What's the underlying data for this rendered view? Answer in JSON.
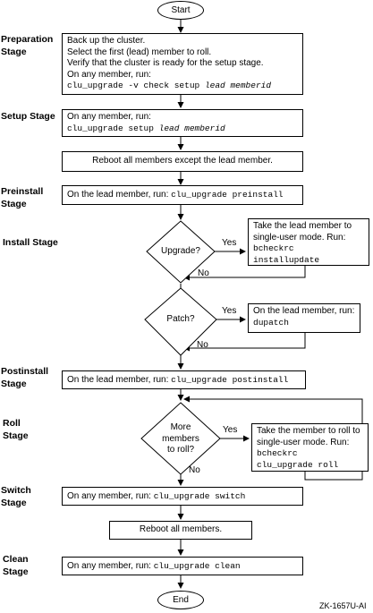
{
  "start": "Start",
  "end": "End",
  "figure_id": "ZK-1657U-AI",
  "yes": "Yes",
  "no": "No",
  "stages": {
    "preparation": "Preparation\nStage",
    "setup": "Setup Stage",
    "preinstall": "Preinstall\nStage",
    "install": "Install Stage",
    "postinstall": "Postinstall\nStage",
    "roll": "Roll\nStage",
    "switch": "Switch\nStage",
    "clean": "Clean\nStage"
  },
  "prep_box": {
    "line1": "Back up the cluster.",
    "line2": "Select the first (lead) member to roll.",
    "line3": "Verify that the cluster is ready for the setup stage.",
    "line4": "On any member, run:",
    "cmd": "clu_upgrade -v check setup ",
    "arg": "lead memberid"
  },
  "setup_box": {
    "line1": "On any member, run:",
    "cmd": "clu_upgrade setup ",
    "arg": "lead memberid"
  },
  "reboot_box": "Reboot all members except the lead member.",
  "preinstall_box": {
    "text": "On the lead member, run: ",
    "cmd": "clu_upgrade preinstall"
  },
  "upgrade_decision": "Upgrade?",
  "upgrade_box": {
    "line1": "Take the lead member to",
    "line2": "single-user mode.  Run:",
    "cmd1": "bcheckrc",
    "cmd2": "installupdate"
  },
  "patch_decision": "Patch?",
  "patch_box": {
    "line1": "On the lead member, run:",
    "cmd": "dupatch"
  },
  "postinstall_box": {
    "text": "On the lead member, run: ",
    "cmd": "clu_upgrade postinstall"
  },
  "roll_decision": {
    "line1": "More",
    "line2": "members",
    "line3": "to roll?"
  },
  "roll_box": {
    "line1": "Take the member to roll to",
    "line2": "single-user mode.  Run:",
    "cmd1": "bcheckrc",
    "cmd2": "clu_upgrade roll"
  },
  "switch_box": {
    "text": "On any member, run: ",
    "cmd": "clu_upgrade switch"
  },
  "reboot_all_box": "Reboot all members.",
  "clean_box": {
    "text": "On any member, run: ",
    "cmd": "clu_upgrade clean"
  }
}
